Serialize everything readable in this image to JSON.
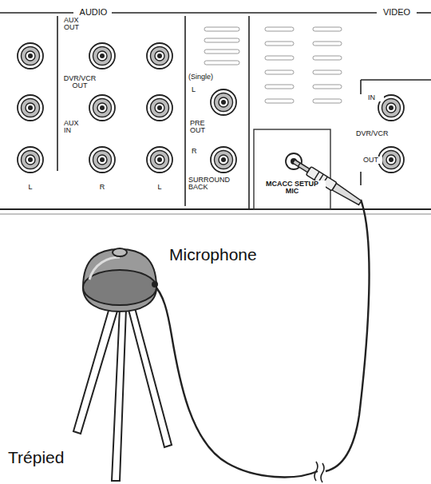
{
  "diagram": {
    "labels": [
      "AUDIO",
      "VIDEO",
      "AUX OUT",
      "DVR/VCR OUT",
      "(Single)",
      "L",
      "IN",
      "DVR/VCR",
      "AUX IN",
      "PRE OUT",
      "R",
      "SURROUND BACK",
      "OUT",
      "MCACC SETUP MIC",
      "L",
      "R",
      "L",
      "Microphone",
      "Trépied"
    ]
  }
}
